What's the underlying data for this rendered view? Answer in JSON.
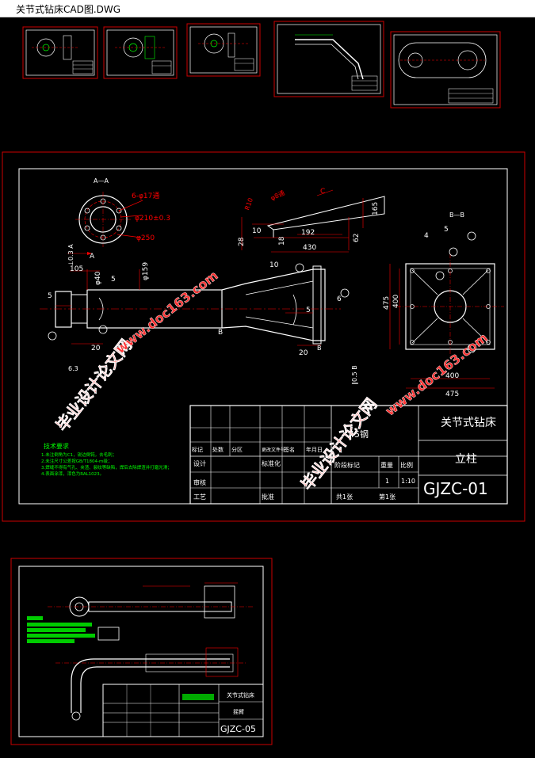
{
  "window": {
    "title": "关节式钻床CAD图.DWG"
  },
  "main_drawing": {
    "section_label": "A—A",
    "hole_note": "6-φ17通",
    "pcd_note": "φ210±0.3",
    "bore_note": "φ250",
    "dims": {
      "d10": "10",
      "d18": "18",
      "d28": "28",
      "d192": "192",
      "d430": "430",
      "d62": "62",
      "d165": "165",
      "d105": "105",
      "d40": "φ40",
      "d5a": "5",
      "d159": "φ159",
      "d10b": "10",
      "d5b": "5",
      "d5c": "5",
      "d20a": "20",
      "d20b": "20",
      "d475a": "475",
      "d400a": "400",
      "d400b": "400",
      "d475b": "475",
      "d4a": "4",
      "d5d": "5",
      "d6": "6",
      "dR10": "R10",
      "dphi8": "φ8通",
      "dC": "C",
      "dA": "A",
      "dB": "B",
      "dB2": "B",
      "dBB": "B—B",
      "d63": "6.3",
      "tol1": "⊥0.3 A",
      "tol2": "∥0.5 B"
    },
    "tech_title": "技术要求",
    "tech_lines": [
      "1.未注倒角为C1，锐边倒钝，去毛刺；",
      "2.未注尺寸公差按GB/T1804-m级；",
      "3.焊缝不得有气孔、夹渣、裂纹等缺陷，焊后去除焊渣并打磨光滑；",
      "4.表面涂漆，漆色为RAL1023。"
    ],
    "title_block": {
      "product": "关节式钻床",
      "part": "立柱",
      "code": "GJZC-01",
      "material": "45钢",
      "scale": "1:10",
      "qty": "1",
      "headers": [
        "标记",
        "处数",
        "分区",
        "更改文件号",
        "签名",
        "年月日"
      ],
      "roles": [
        "设计",
        "审核",
        "工艺",
        "标准化",
        "批准"
      ],
      "cols": [
        "阶段标记",
        "重量",
        "比例"
      ],
      "sheet": [
        "共1张",
        "第1张"
      ]
    }
  },
  "bottom_drawing": {
    "code": "GJZC-05",
    "product": "关节式钻床",
    "part": "摇臂"
  },
  "watermark": {
    "left": "毕业设计论文网",
    "right": "毕业设计论文网",
    "url": "www.doc163.com"
  }
}
